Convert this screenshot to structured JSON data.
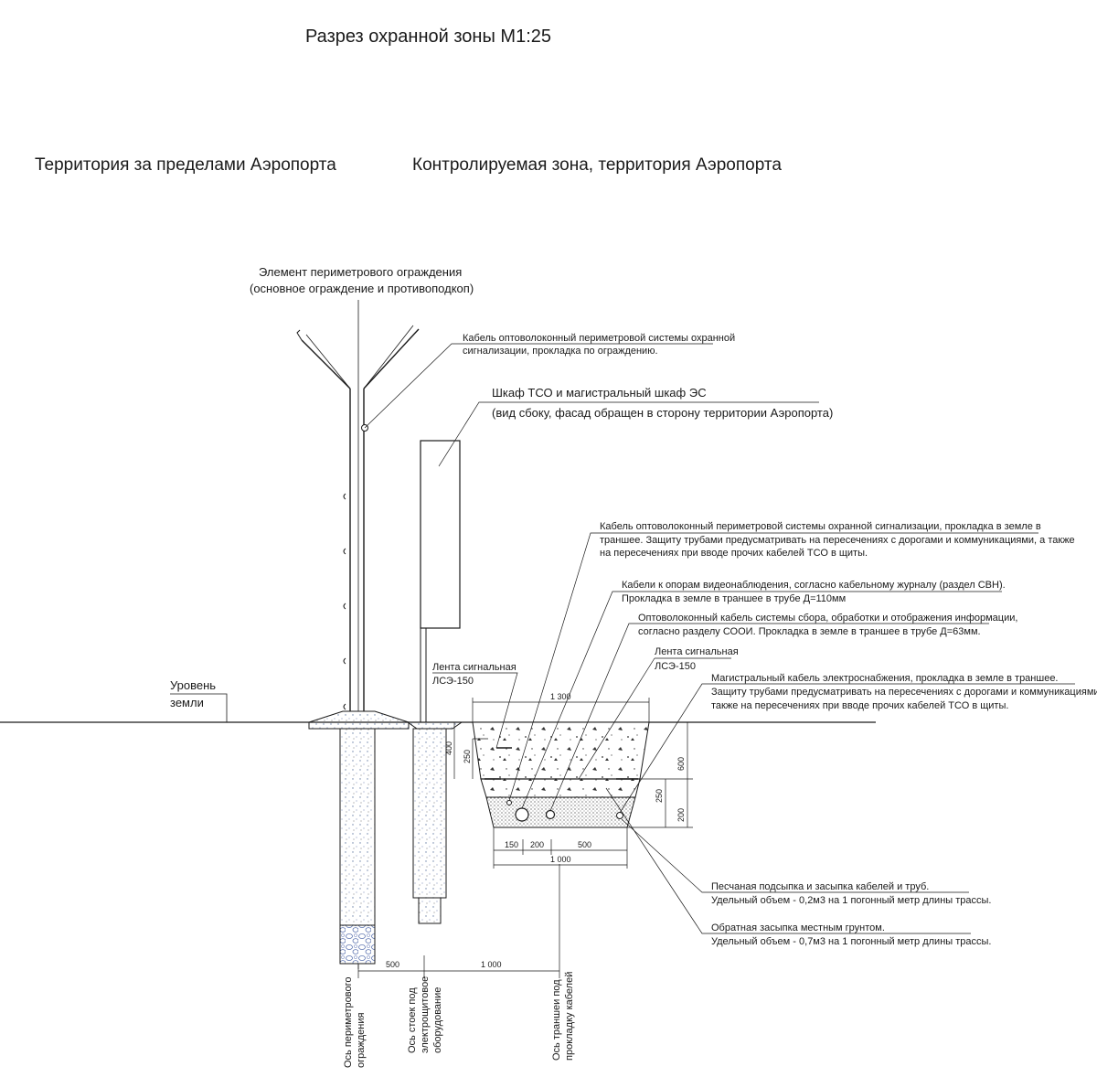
{
  "title": "Разрез охранной зоны М1:25",
  "zones": {
    "outside": "Территория за пределами Аэропорта",
    "inside": "Контролируемая зона, территория Аэропорта"
  },
  "fence": {
    "line1": "Элемент периметрового ограждения",
    "line2": "(основное ограждение и противоподкоп)"
  },
  "fiber_fence_cable": {
    "line1": "Кабель оптоволоконный периметровой системы охранной",
    "line2": "сигнализации, прокладка по ограждению."
  },
  "cabinet": {
    "line1": "Шкаф ТСО и магистральный шкаф ЭС",
    "line2": "(вид сбоку, фасад обращен в сторону территории Аэропорта)"
  },
  "ground": {
    "line1": "Уровень",
    "line2": "земли"
  },
  "tape_left": {
    "line1": "Лента сигнальная",
    "line2": "ЛСЭ-150"
  },
  "tape_right": {
    "line1": "Лента сигнальная",
    "line2": "ЛСЭ-150"
  },
  "notes": {
    "fiber_ground": [
      "Кабель оптоволоконный периметровой системы охранной сигнализации, прокладка в земле в",
      "траншее. Защиту трубами предусматривать на пересечениях с дорогами и коммуникациями, а также",
      "на пересечениях при вводе прочих кабелей ТСО в щиты."
    ],
    "video": [
      "Кабели к опорам видеонаблюдения, согласно кабельному журналу (раздел СВН).",
      "Прокладка в земле в траншее в трубе Д=110мм"
    ],
    "sooi": [
      "Оптоволоконный кабель системы сбора, обработки и отображения информации,",
      "согласно разделу СООИ. Прокладка в земле в траншее в трубе Д=63мм."
    ],
    "power": [
      "Магистральный кабель электроснабжения, прокладка в земле в траншее.",
      "Защиту трубами предусматривать на пересечениях с дорогами и коммуникациями, а",
      "также на пересечениях при вводе прочих кабелей ТСО в щиты."
    ],
    "sand": [
      "Песчаная подсыпка и засыпка кабелей и труб.",
      "Удельный объем - 0,2м3 на 1 погонный метр длины трассы."
    ],
    "backfill": [
      "Обратная засыпка местным грунтом.",
      "Удельный объем - 0,7м3 на 1 погонный метр длины трассы."
    ]
  },
  "dimensions": {
    "trench_top": "1 300",
    "trench_bottom": "1 000",
    "d150": "150",
    "d200": "200",
    "d500": "500",
    "d400": "400",
    "d250_left": "250",
    "d600": "600",
    "d250_right": "250",
    "d200_right": "200",
    "axis_500": "500",
    "axis_1000": "1 000"
  },
  "axes": {
    "fence": [
      "Ось периметрового",
      "ограждения"
    ],
    "cabinet": [
      "Ось стоек под",
      "электрощитовое",
      "оборудование"
    ],
    "trench": [
      "Ось траншеи под",
      "прокладку кабелей"
    ]
  }
}
